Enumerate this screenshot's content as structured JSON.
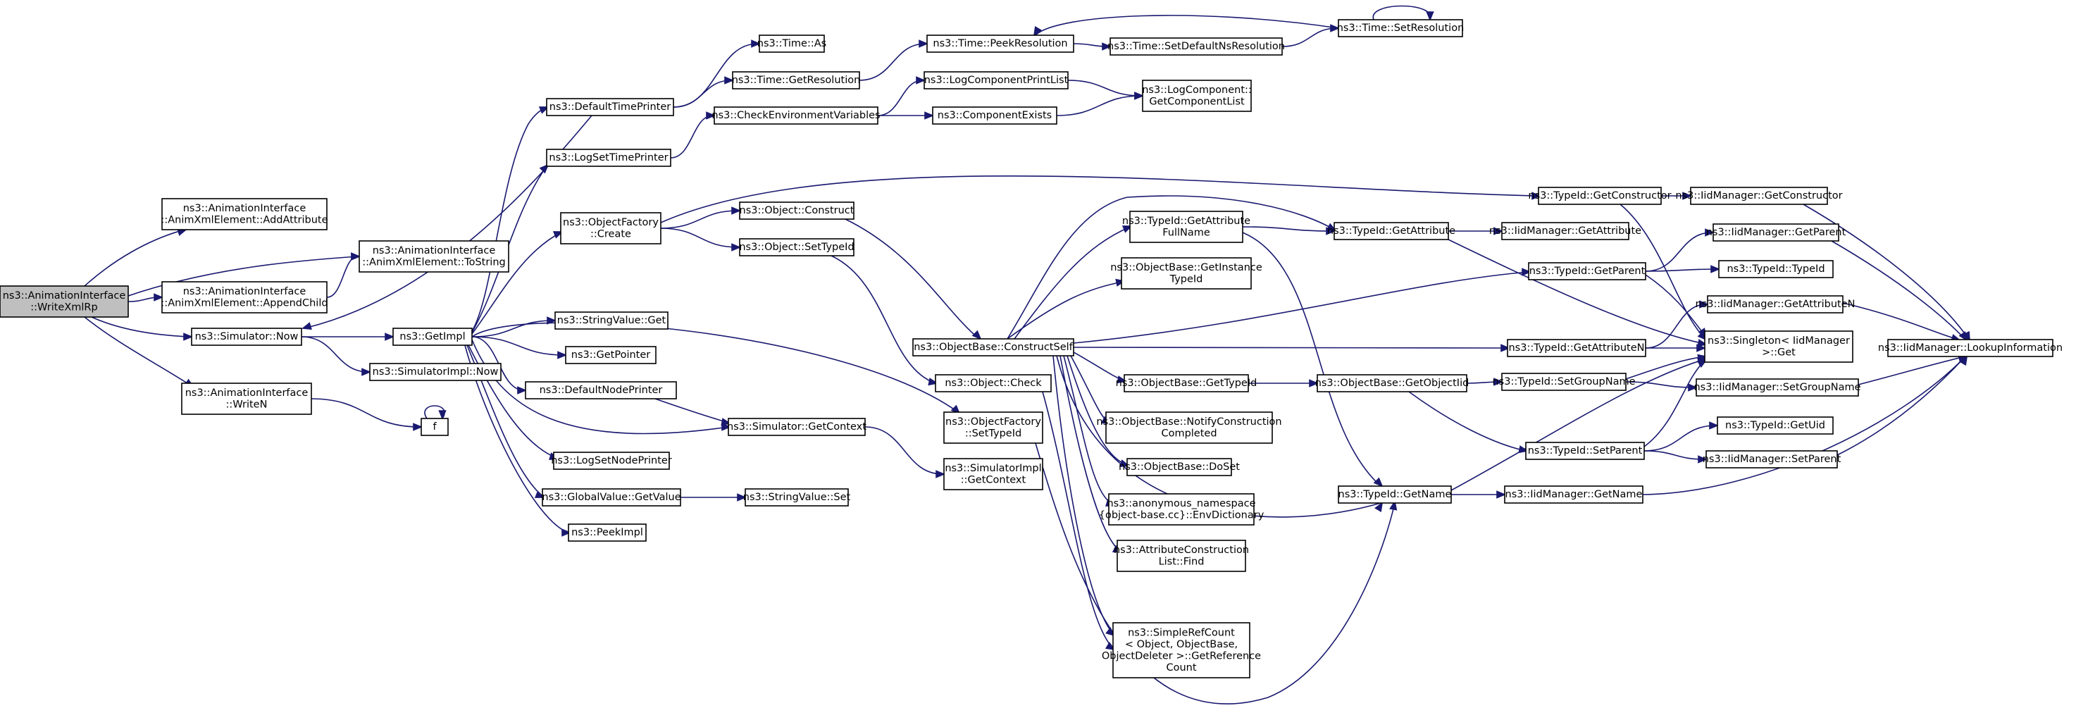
{
  "nodes": [
    {
      "id": "n0",
      "lines": [
        "ns3::AnimationInterface",
        "::WriteXmlRp"
      ],
      "root": true
    },
    {
      "id": "n1",
      "lines": [
        "ns3::AnimationInterface",
        "::AnimXmlElement::AddAttribute"
      ]
    },
    {
      "id": "n2",
      "lines": [
        "ns3::AnimationInterface",
        "::AnimXmlElement::ToString"
      ]
    },
    {
      "id": "n3",
      "lines": [
        "ns3::AnimationInterface",
        "::AnimXmlElement::AppendChild"
      ]
    },
    {
      "id": "n4",
      "lines": [
        "ns3::Simulator::Now"
      ]
    },
    {
      "id": "n5",
      "lines": [
        "ns3::AnimationInterface",
        "::WriteN"
      ]
    },
    {
      "id": "n6",
      "lines": [
        "ns3::GetImpl"
      ]
    },
    {
      "id": "n7",
      "lines": [
        "ns3::SimulatorImpl::Now"
      ]
    },
    {
      "id": "n8",
      "lines": [
        "f"
      ]
    },
    {
      "id": "n9",
      "lines": [
        "ns3::DefaultTimePrinter"
      ]
    },
    {
      "id": "n10",
      "lines": [
        "ns3::LogSetTimePrinter"
      ]
    },
    {
      "id": "n11",
      "lines": [
        "ns3::ObjectFactory",
        "::Create"
      ]
    },
    {
      "id": "n12",
      "lines": [
        "ns3::StringValue::Get"
      ]
    },
    {
      "id": "n13",
      "lines": [
        "ns3::GetPointer"
      ]
    },
    {
      "id": "n14",
      "lines": [
        "ns3::DefaultNodePrinter"
      ]
    },
    {
      "id": "n15",
      "lines": [
        "ns3::LogSetNodePrinter"
      ]
    },
    {
      "id": "n16",
      "lines": [
        "ns3::GlobalValue::GetValue"
      ]
    },
    {
      "id": "n17",
      "lines": [
        "ns3::PeekImpl"
      ]
    },
    {
      "id": "n18",
      "lines": [
        "ns3::Time::As"
      ]
    },
    {
      "id": "n19",
      "lines": [
        "ns3::Time::GetResolution"
      ]
    },
    {
      "id": "n20",
      "lines": [
        "ns3::CheckEnvironmentVariables"
      ]
    },
    {
      "id": "n21",
      "lines": [
        "ns3::Object::Construct"
      ]
    },
    {
      "id": "n22",
      "lines": [
        "ns3::Object::SetTypeId"
      ]
    },
    {
      "id": "n23",
      "lines": [
        "ns3::Simulator::GetContext"
      ]
    },
    {
      "id": "n24",
      "lines": [
        "ns3::StringValue::Set"
      ]
    },
    {
      "id": "n25",
      "lines": [
        "ns3::Time::PeekResolution"
      ]
    },
    {
      "id": "n26",
      "lines": [
        "ns3::LogComponentPrintList"
      ]
    },
    {
      "id": "n27",
      "lines": [
        "ns3::ComponentExists"
      ]
    },
    {
      "id": "n28",
      "lines": [
        "ns3::ObjectBase::ConstructSelf"
      ]
    },
    {
      "id": "n29",
      "lines": [
        "ns3::Object::Check"
      ]
    },
    {
      "id": "n30",
      "lines": [
        "ns3::ObjectFactory",
        "::SetTypeId"
      ]
    },
    {
      "id": "n31",
      "lines": [
        "ns3::SimulatorImpl",
        "::GetContext"
      ]
    },
    {
      "id": "n32",
      "lines": [
        "ns3::Time::SetDefaultNsResolution"
      ]
    },
    {
      "id": "n33",
      "lines": [
        "ns3::Time::SetResolution"
      ]
    },
    {
      "id": "n34",
      "lines": [
        "ns3::LogComponent::",
        "GetComponentList"
      ]
    },
    {
      "id": "n35",
      "lines": [
        "ns3::TypeId::GetAttribute",
        "FullName"
      ]
    },
    {
      "id": "n36",
      "lines": [
        "ns3::ObjectBase::GetInstance",
        "TypeId"
      ]
    },
    {
      "id": "n37",
      "lines": [
        "ns3::ObjectBase::GetTypeId"
      ]
    },
    {
      "id": "n38",
      "lines": [
        "ns3::ObjectBase::NotifyConstruction",
        "Completed"
      ]
    },
    {
      "id": "n39",
      "lines": [
        "ns3::ObjectBase::DoSet"
      ]
    },
    {
      "id": "n40",
      "lines": [
        "ns3::anonymous_namespace",
        "{object-base.cc}::EnvDictionary"
      ]
    },
    {
      "id": "n41",
      "lines": [
        "ns3::AttributeConstruction",
        "List::Find"
      ]
    },
    {
      "id": "n42",
      "lines": [
        "ns3::SimpleRefCount",
        "< Object, ObjectBase,",
        "ObjectDeleter >::GetReference",
        "Count"
      ]
    },
    {
      "id": "n43",
      "lines": [
        "ns3::TypeId::GetConstructor"
      ]
    },
    {
      "id": "n44",
      "lines": [
        "ns3::TypeId::GetAttribute"
      ]
    },
    {
      "id": "n45",
      "lines": [
        "ns3::TypeId::GetParent"
      ]
    },
    {
      "id": "n46",
      "lines": [
        "ns3::TypeId::GetAttributeN"
      ]
    },
    {
      "id": "n47",
      "lines": [
        "ns3::ObjectBase::GetObjectIid"
      ]
    },
    {
      "id": "n48",
      "lines": [
        "ns3::TypeId::GetName"
      ]
    },
    {
      "id": "n49",
      "lines": [
        "ns3::IidManager::GetConstructor"
      ]
    },
    {
      "id": "n50",
      "lines": [
        "ns3::IidManager::GetAttribute"
      ]
    },
    {
      "id": "n51",
      "lines": [
        "ns3::IidManager::GetParent"
      ]
    },
    {
      "id": "n52",
      "lines": [
        "ns3::TypeId::TypeId"
      ]
    },
    {
      "id": "n53",
      "lines": [
        "ns3::IidManager::GetAttributeN"
      ]
    },
    {
      "id": "n54",
      "lines": [
        "ns3::Singleton< IidManager",
        ">::Get"
      ]
    },
    {
      "id": "n55",
      "lines": [
        "ns3::TypeId::SetGroupName"
      ]
    },
    {
      "id": "n56",
      "lines": [
        "ns3::IidManager::SetGroupName"
      ]
    },
    {
      "id": "n57",
      "lines": [
        "ns3::TypeId::SetParent"
      ]
    },
    {
      "id": "n58",
      "lines": [
        "ns3::TypeId::GetUid"
      ]
    },
    {
      "id": "n59",
      "lines": [
        "ns3::IidManager::SetParent"
      ]
    },
    {
      "id": "n60",
      "lines": [
        "ns3::IidManager::GetName"
      ]
    },
    {
      "id": "n61",
      "lines": [
        "ns3::IidManager::LookupInformation"
      ]
    }
  ],
  "edges": [
    [
      "n0",
      "n1"
    ],
    [
      "n0",
      "n2"
    ],
    [
      "n0",
      "n3"
    ],
    [
      "n0",
      "n4"
    ],
    [
      "n0",
      "n5"
    ],
    [
      "n3",
      "n2"
    ],
    [
      "n4",
      "n6"
    ],
    [
      "n4",
      "n7"
    ],
    [
      "n5",
      "n8"
    ],
    [
      "n8",
      "n8"
    ],
    [
      "n6",
      "n9"
    ],
    [
      "n6",
      "n10"
    ],
    [
      "n6",
      "n11"
    ],
    [
      "n6",
      "n12"
    ],
    [
      "n6",
      "n13"
    ],
    [
      "n6",
      "n14"
    ],
    [
      "n6",
      "n23"
    ],
    [
      "n6",
      "n15"
    ],
    [
      "n6",
      "n16"
    ],
    [
      "n6",
      "n17"
    ],
    [
      "n6",
      "n30"
    ],
    [
      "n9",
      "n18"
    ],
    [
      "n9",
      "n19"
    ],
    [
      "n9",
      "n4"
    ],
    [
      "n19",
      "n25"
    ],
    [
      "n10",
      "n20"
    ],
    [
      "n20",
      "n26"
    ],
    [
      "n20",
      "n27"
    ],
    [
      "n26",
      "n34"
    ],
    [
      "n27",
      "n34"
    ],
    [
      "n25",
      "n32"
    ],
    [
      "n32",
      "n33"
    ],
    [
      "n33",
      "n33"
    ],
    [
      "n33",
      "n25"
    ],
    [
      "n11",
      "n21"
    ],
    [
      "n11",
      "n22"
    ],
    [
      "n11",
      "n43"
    ],
    [
      "n21",
      "n28"
    ],
    [
      "n22",
      "n29"
    ],
    [
      "n14",
      "n23"
    ],
    [
      "n23",
      "n31"
    ],
    [
      "n16",
      "n24"
    ],
    [
      "n28",
      "n35"
    ],
    [
      "n28",
      "n36"
    ],
    [
      "n28",
      "n37"
    ],
    [
      "n28",
      "n38"
    ],
    [
      "n28",
      "n39"
    ],
    [
      "n28",
      "n40"
    ],
    [
      "n28",
      "n41"
    ],
    [
      "n28",
      "n44"
    ],
    [
      "n28",
      "n45"
    ],
    [
      "n28",
      "n46"
    ],
    [
      "n28",
      "n48"
    ],
    [
      "n28",
      "n42"
    ],
    [
      "n29",
      "n42"
    ],
    [
      "n30",
      "n48"
    ],
    [
      "n35",
      "n44"
    ],
    [
      "n35",
      "n48"
    ],
    [
      "n43",
      "n49"
    ],
    [
      "n43",
      "n54"
    ],
    [
      "n44",
      "n50"
    ],
    [
      "n44",
      "n54"
    ],
    [
      "n45",
      "n51"
    ],
    [
      "n45",
      "n52"
    ],
    [
      "n45",
      "n54"
    ],
    [
      "n46",
      "n53"
    ],
    [
      "n46",
      "n54"
    ],
    [
      "n37",
      "n47"
    ],
    [
      "n47",
      "n55"
    ],
    [
      "n47",
      "n57"
    ],
    [
      "n55",
      "n54"
    ],
    [
      "n55",
      "n56"
    ],
    [
      "n57",
      "n54"
    ],
    [
      "n57",
      "n58"
    ],
    [
      "n57",
      "n59"
    ],
    [
      "n48",
      "n54"
    ],
    [
      "n48",
      "n60"
    ],
    [
      "n49",
      "n61"
    ],
    [
      "n51",
      "n61"
    ],
    [
      "n53",
      "n61"
    ],
    [
      "n56",
      "n61"
    ],
    [
      "n59",
      "n61"
    ],
    [
      "n60",
      "n61"
    ]
  ]
}
